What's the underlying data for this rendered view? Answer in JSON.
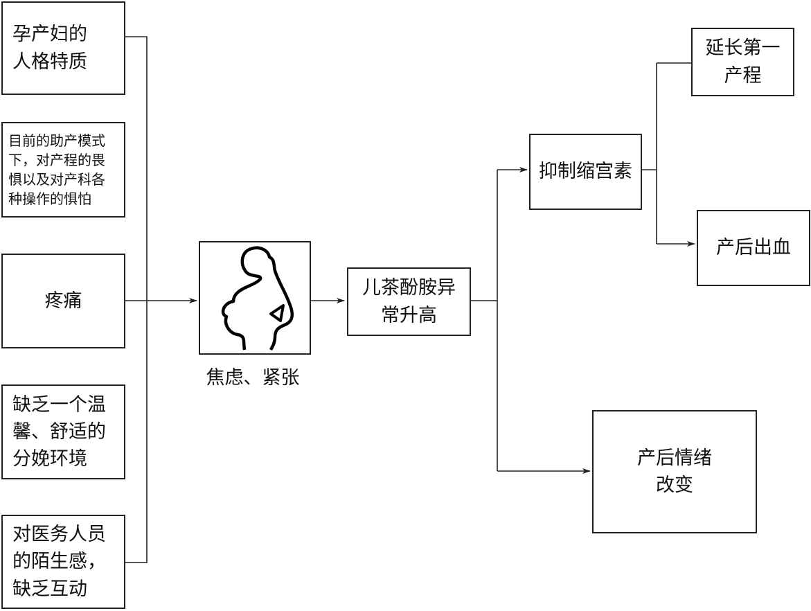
{
  "causes": [
    {
      "text": "孕产妇的\n人格特质"
    },
    {
      "text": "目前的助产模式\n下，对产程的畏\n惧以及对产科各\n种操作的惧怕"
    },
    {
      "text": "疼痛"
    },
    {
      "text": "缺乏一个温\n馨、舒适的\n分娩环境"
    },
    {
      "text": "对医务人员\n的陌生感，\n缺乏互动"
    }
  ],
  "center": {
    "label": "焦虑、紧张",
    "icon": "pregnant-woman-silhouette-icon"
  },
  "catecholamine": {
    "text": "儿茶酚胺异\n常升高"
  },
  "oxytocin": {
    "text": "抑制缩宫素"
  },
  "prolong": {
    "text": "延长第一\n产程"
  },
  "hemorrhage": {
    "text": "产后出血"
  },
  "mood": {
    "text": "产后情绪\n改变"
  }
}
